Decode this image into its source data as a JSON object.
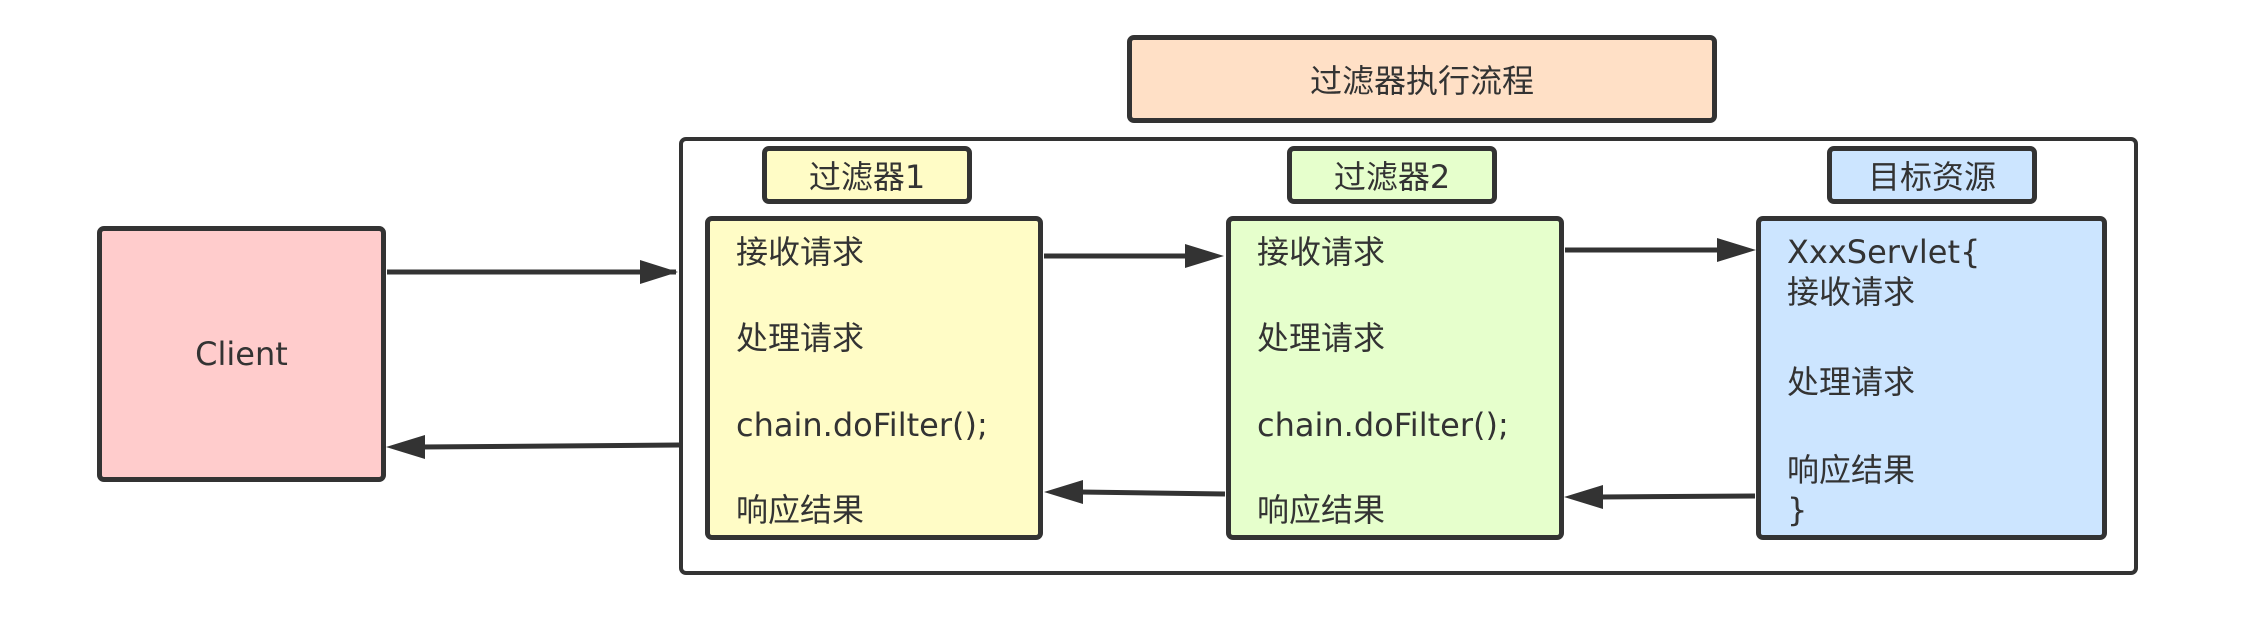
{
  "diagram": {
    "title": "过滤器执行流程",
    "client": {
      "label": "Client"
    },
    "filter1": {
      "label": "过滤器1",
      "lines": [
        "接收请求",
        "处理请求",
        "chain.doFilter();",
        "响应结果"
      ]
    },
    "filter2": {
      "label": "过滤器2",
      "lines": [
        "接收请求",
        "处理请求",
        "chain.doFilter();",
        "响应结果"
      ]
    },
    "target": {
      "label": "目标资源",
      "lines": [
        "XxxServlet{",
        "接收请求",
        "处理请求",
        "响应结果",
        "}"
      ]
    }
  },
  "colors": {
    "title_fill": "#ffe0c6",
    "client_fill": "#ffcccc",
    "filter1_fill": "#fffcc6",
    "filter2_fill": "#e6ffcc",
    "target_fill": "#cce5ff",
    "stroke": "#333333"
  }
}
